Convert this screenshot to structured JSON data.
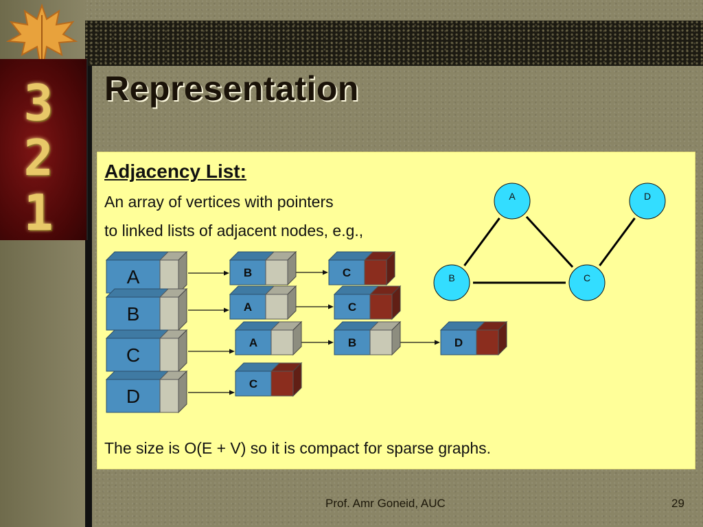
{
  "slide": {
    "title": "Representation",
    "subtitle": "Adjacency List:",
    "description_line1": "An array of vertices with pointers",
    "description_line2": "to linked lists of adjacent nodes, e.g.,",
    "summary": "The size is O(E + V) so it is compact for sparse graphs.",
    "footer": "Prof. Amr Goneid, AUC",
    "page_number": "29"
  },
  "decor": {
    "slide_numbers": [
      "3",
      "2",
      "1"
    ]
  },
  "adjacency": {
    "rows": [
      {
        "vertex": "A",
        "neighbors": [
          "B",
          "C"
        ]
      },
      {
        "vertex": "B",
        "neighbors": [
          "A",
          "C"
        ]
      },
      {
        "vertex": "C",
        "neighbors": [
          "A",
          "B",
          "D"
        ]
      },
      {
        "vertex": "D",
        "neighbors": [
          "C"
        ]
      }
    ]
  },
  "graph": {
    "nodes": [
      "A",
      "D",
      "B",
      "C"
    ],
    "edges": [
      [
        "A",
        "B"
      ],
      [
        "A",
        "C"
      ],
      [
        "B",
        "C"
      ],
      [
        "C",
        "D"
      ]
    ]
  },
  "colors": {
    "node_fill": "#33ddff",
    "block_front": "#4a8fc0",
    "block_top": "#3d7aaa",
    "pointer_cell": "#c9c9b5",
    "null_cell": "#8b2d1e",
    "content_bg": "#ffff99",
    "accent_red": "#6e0a0a"
  }
}
